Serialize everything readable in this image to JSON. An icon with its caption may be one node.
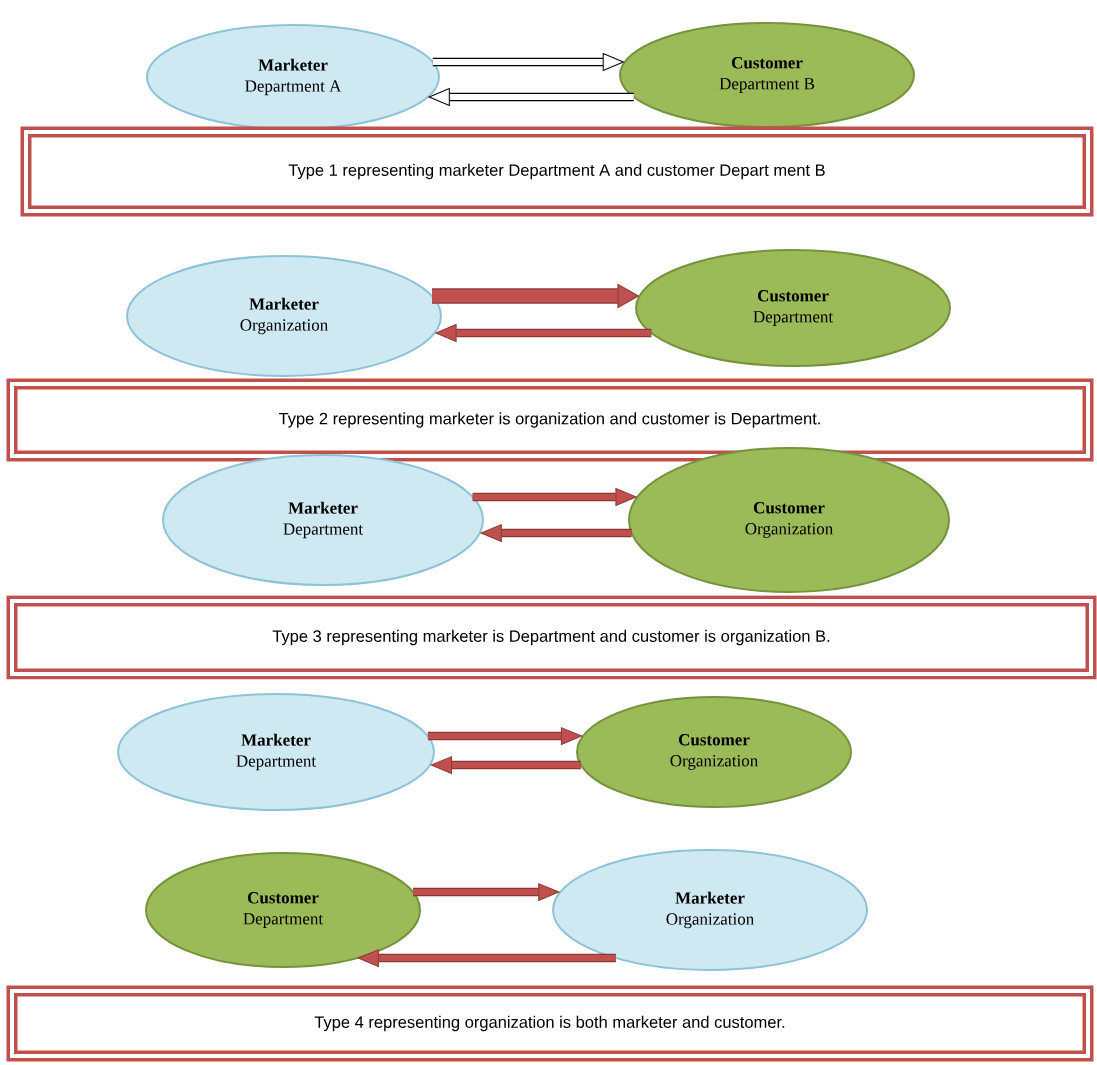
{
  "diagram": {
    "nodes": [
      {
        "text": [
          "Marketer",
          "Department A"
        ]
      },
      {
        "text": [
          "Customer",
          "Department B"
        ]
      },
      {
        "text": [
          "Type 1 representing marketer Department A and customer Depart ment B"
        ]
      },
      {
        "text": [
          "Marketer",
          "Organization"
        ]
      },
      {
        "text": [
          "Customer",
          "Department"
        ]
      },
      {
        "text": [
          "Type 2 representing marketer is organization and customer is Department."
        ]
      },
      {
        "text": [
          "Marketer",
          "Department"
        ]
      },
      {
        "text": [
          "Customer",
          "Organization"
        ]
      },
      {
        "text": [
          "Type 3 representing marketer is Department and customer is organization B."
        ]
      },
      {
        "text": [
          "Marketer",
          "Department"
        ]
      },
      {
        "text": [
          "Customer",
          "Organization"
        ]
      },
      {
        "text": [
          "Customer",
          "Department"
        ]
      },
      {
        "text": [
          "Marketer",
          "Organization"
        ]
      },
      {
        "text": [
          "Type 4 representing organization is both marketer and customer."
        ]
      }
    ],
    "edges": [
      {
        "from": 0,
        "to": 1,
        "arrow": "to",
        "color": "#000000"
      },
      {
        "from": 1,
        "to": 0,
        "arrow": "to",
        "color": "#000000"
      },
      {
        "from": 3,
        "to": 4,
        "arrow": "to",
        "style": "thick"
      },
      {
        "from": 4,
        "to": 3,
        "arrow": "to"
      },
      {
        "from": 6,
        "to": 7,
        "arrow": "to"
      },
      {
        "from": 7,
        "to": 6,
        "arrow": "to"
      },
      {
        "from": 9,
        "to": 10,
        "arrow": "to"
      },
      {
        "from": 10,
        "to": 9,
        "arrow": "to"
      },
      {
        "from": 11,
        "to": 12,
        "arrow": "to"
      },
      {
        "from": 12,
        "to": 11,
        "arrow": "to"
      }
    ]
  }
}
